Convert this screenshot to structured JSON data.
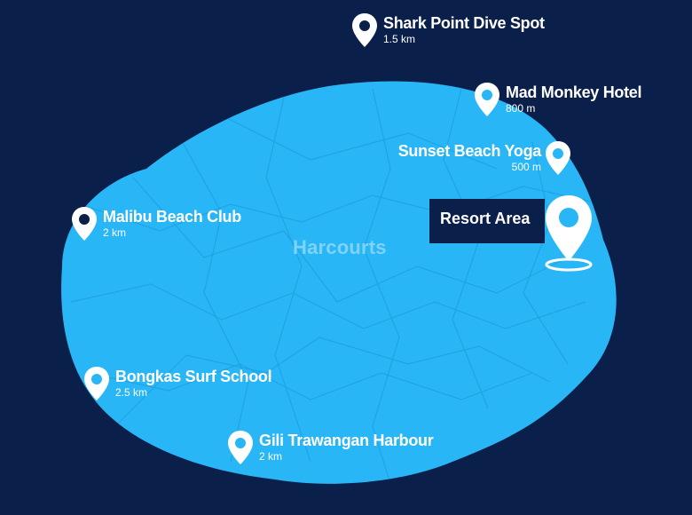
{
  "map": {
    "island_name": "Harcourts",
    "colors": {
      "sea": "#0b1f4b",
      "land": "#29b6f6",
      "pin": "#ffffff",
      "pin_dot_dark": "#0b1f4b",
      "pin_dot_light": "#29b6f6"
    }
  },
  "resort": {
    "label": "Resort Area",
    "icon": "resort-location-pin-icon"
  },
  "points_of_interest": [
    {
      "name": "Shark Point Dive Spot",
      "distance": "1.5 km",
      "icon": "map-pin-icon",
      "dot": "dark"
    },
    {
      "name": "Mad Monkey Hotel",
      "distance": "800 m",
      "icon": "map-pin-icon",
      "dot": "light"
    },
    {
      "name": "Sunset Beach Yoga",
      "distance": "500 m",
      "icon": "map-pin-icon",
      "dot": "light"
    },
    {
      "name": "Malibu Beach Club",
      "distance": "2 km",
      "icon": "map-pin-icon",
      "dot": "dark"
    },
    {
      "name": "Bongkas Surf School",
      "distance": "2.5 km",
      "icon": "map-pin-icon",
      "dot": "light"
    },
    {
      "name": "Gili Trawangan Harbour",
      "distance": "2 km",
      "icon": "map-pin-icon",
      "dot": "light"
    }
  ]
}
